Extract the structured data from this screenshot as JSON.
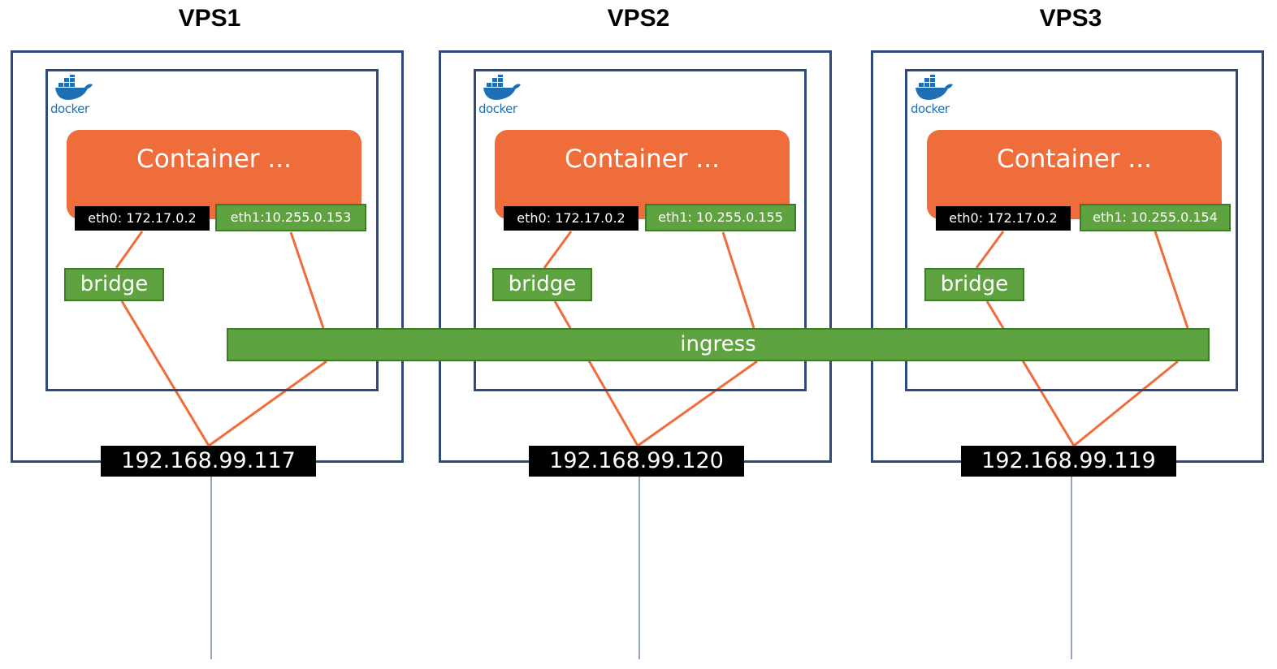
{
  "vps": [
    {
      "title": "VPS1",
      "docker_label": "docker",
      "container_label": "Container ...",
      "eth0": "eth0: 172.17.0.2",
      "eth1": "eth1:10.255.0.153",
      "bridge": "bridge",
      "ip": "192.168.99.117"
    },
    {
      "title": "VPS2",
      "docker_label": "docker",
      "container_label": "Container ...",
      "eth0": "eth0: 172.17.0.2",
      "eth1": "eth1: 10.255.0.155",
      "bridge": "bridge",
      "ip": "192.168.99.120"
    },
    {
      "title": "VPS3",
      "docker_label": "docker",
      "container_label": "Container ...",
      "eth0": "eth0: 172.17.0.2",
      "eth1": "eth1: 10.255.0.154",
      "bridge": "bridge",
      "ip": "192.168.99.119"
    }
  ],
  "ingress": "ingress",
  "colors": {
    "frame": "#2e4a7a",
    "container": "#ef6c3b",
    "network": "#5fa340",
    "link": "#ef6c3b",
    "uplink": "#2e4a7a",
    "docker": "#1f6fb5"
  },
  "icons": {
    "docker": "docker-whale-icon"
  }
}
